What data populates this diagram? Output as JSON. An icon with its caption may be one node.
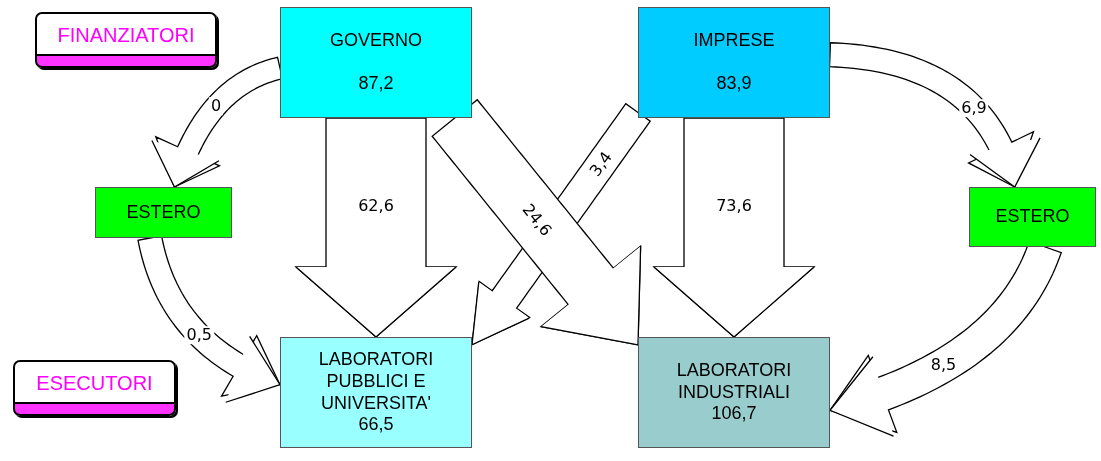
{
  "diagram": {
    "nodes": [
      {
        "text": [
          "FINANZIATORI"
        ]
      },
      {
        "text": [
          "GOVERNO",
          "87,2"
        ]
      },
      {
        "text": [
          "IMPRESE",
          "83,9"
        ]
      },
      {
        "text": [
          "ESTERO"
        ]
      },
      {
        "text": [
          "ESTERO"
        ]
      },
      {
        "text": [
          "ESECUTORI"
        ]
      },
      {
        "text": [
          "LABORATORI PUBBLICI E UNIVERSITA'",
          "66,5"
        ]
      },
      {
        "text": [
          "LABORATORI INDUSTRIALI",
          "106,7"
        ]
      }
    ],
    "edges": [
      {
        "from": 1,
        "to": 3,
        "arrow": "to",
        "label": "0"
      },
      {
        "from": 1,
        "to": 6,
        "arrow": "to",
        "label": "62,6"
      },
      {
        "from": 2,
        "to": 6,
        "arrow": "to",
        "label": "3,4"
      },
      {
        "from": 1,
        "to": 7,
        "arrow": "to",
        "label": "24,6"
      },
      {
        "from": 2,
        "to": 4,
        "arrow": "to",
        "label": "6,9"
      },
      {
        "from": 2,
        "to": 7,
        "arrow": "to",
        "label": "73,6"
      },
      {
        "from": 3,
        "to": 6,
        "arrow": "to",
        "label": "0,5"
      },
      {
        "from": 4,
        "to": 7,
        "arrow": "to",
        "label": "8,5"
      }
    ]
  }
}
